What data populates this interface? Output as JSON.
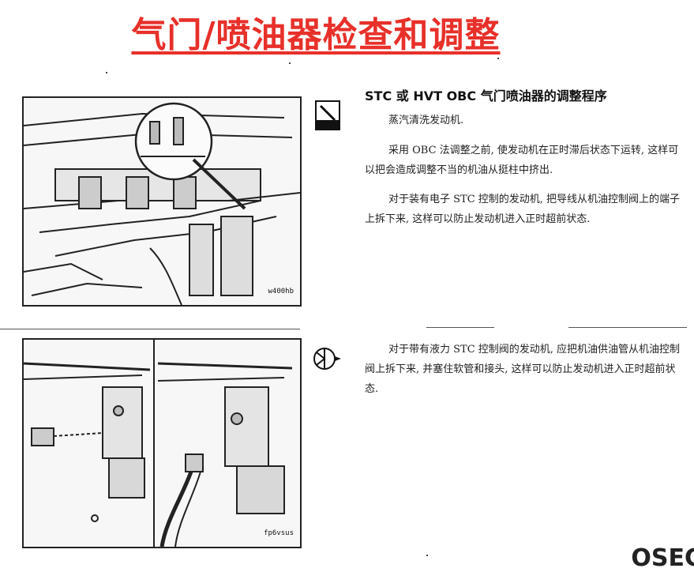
{
  "page": {
    "title": "气门/喷油器检查和调整"
  },
  "section1": {
    "heading": "STC 或 HVT OBC 气门喷油器的调整程序",
    "p1": "蒸汽清洗发动机.",
    "p2": "采用 OBC 法调整之前, 使发动机在正时滞后状态下运转, 这样可以把会造成调整不当的机油从挺柱中挤出.",
    "p3": "对于装有电子 STC 控制的发动机, 把导线从机油控制阀上的端子上拆下来, 这样可以防止发动机进入正时超前状态.",
    "figure_code": "w400hb",
    "icon": "steam-cleaner-icon"
  },
  "section2": {
    "p1": "对于带有液力 STC 控制阀的发动机, 应把机油供油管从机油控制阀上拆下来, 并塞住软管和接头, 这样可以防止发动机进入正时超前状态.",
    "figure_code": "fp6vsus",
    "icon": "wrench-socket-icon"
  },
  "footer": {
    "corner_text": "OSEC"
  }
}
